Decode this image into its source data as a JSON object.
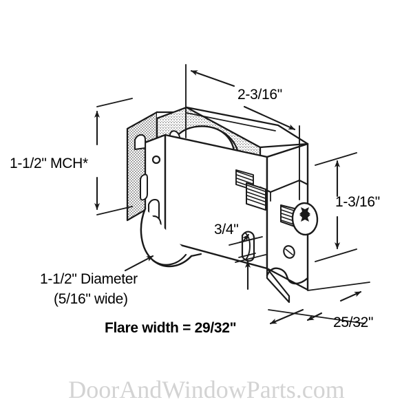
{
  "drawing": {
    "title": "Sliding Door Roller Assembly - Dimensioned Isometric Drawing",
    "background_color": "#ffffff",
    "line_color": "#1a1a1a",
    "hatch_color": "#555555",
    "watermark_color": "#d3d3d3"
  },
  "labels": {
    "top_width": "2-3/16\"",
    "left_height": "1-1/2\" MCH*",
    "right_height": "1-3/16\"",
    "roller_thickness": "3/4\"",
    "diameter_line1": "1-1/2\" Diameter",
    "diameter_line2": "(5/16\" wide)",
    "flare_width": "Flare width = 29/32\"",
    "depth": "25/32\""
  },
  "watermark": {
    "text": "DoorAndWindowParts.com"
  }
}
